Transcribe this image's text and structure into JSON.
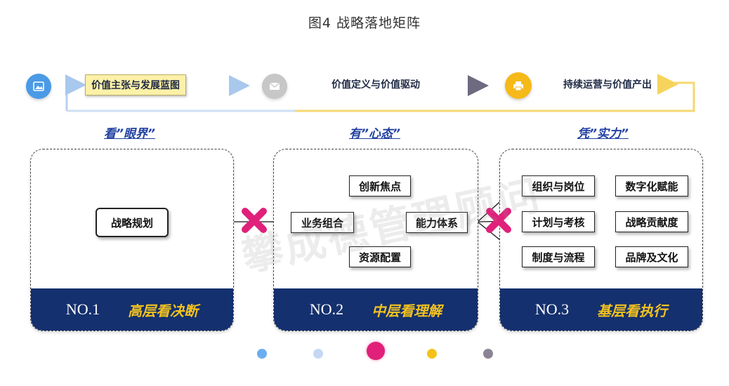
{
  "title": "图4  战略落地矩阵",
  "flow": {
    "step1": "价值主张与发展蓝图",
    "step2": "价值定义与价值驱动",
    "step3": "持续运营与价值产出"
  },
  "sections": {
    "s1": "看”眼界”",
    "s2": "有”心态”",
    "s3": "凭”实力”"
  },
  "panel1": {
    "node": "战略规划",
    "no": "NO.1",
    "label": "高层看决断"
  },
  "panel2": {
    "nodes": {
      "top": "创新焦点",
      "left": "业务组合",
      "right": "能力体系",
      "bottom": "资源配置"
    },
    "no": "NO.2",
    "label": "中层看理解"
  },
  "panel3": {
    "rows": [
      {
        "left": "组织与岗位",
        "right": "数字化赋能"
      },
      {
        "left": "计划与考核",
        "right": "战略贡献度"
      },
      {
        "left": "制度与流程",
        "right": "品牌及文化"
      }
    ],
    "no": "NO.3",
    "label": "基层看执行"
  },
  "watermark": "攀成德管理顾问",
  "colors": {
    "navy": "#14306e",
    "gold": "#f3c21e",
    "blue_circle": "#4a9ae6",
    "gray_circle": "#c7c7c7",
    "yellow_circle": "#f5b91a",
    "magenta": "#e0207a"
  },
  "icons": {
    "step1": "image-icon",
    "step2": "mail-icon",
    "step3": "printer-icon",
    "connector": "cross-x-icon"
  }
}
